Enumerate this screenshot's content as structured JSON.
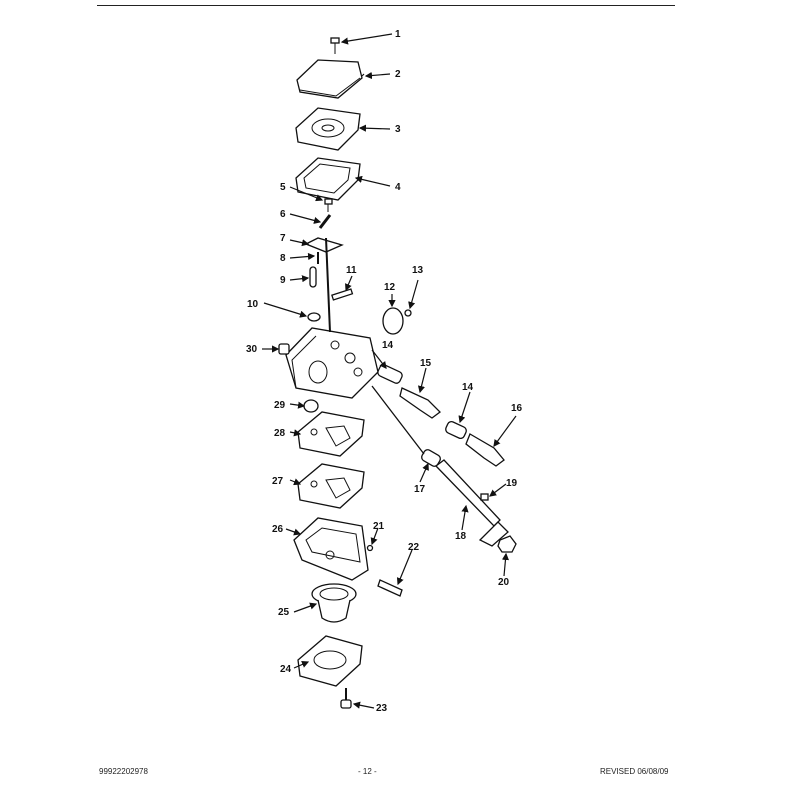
{
  "footer": {
    "left": "99922202978",
    "center": "- 12 -",
    "right": "REVISED 06/08/09"
  },
  "callouts": [
    "1",
    "2",
    "3",
    "4",
    "5",
    "6",
    "7",
    "8",
    "9",
    "10",
    "11",
    "12",
    "13",
    "14",
    "15",
    "14",
    "16",
    "17",
    "18",
    "19",
    "20",
    "21",
    "22",
    "23",
    "24",
    "25",
    "26",
    "27",
    "28",
    "29",
    "30"
  ]
}
